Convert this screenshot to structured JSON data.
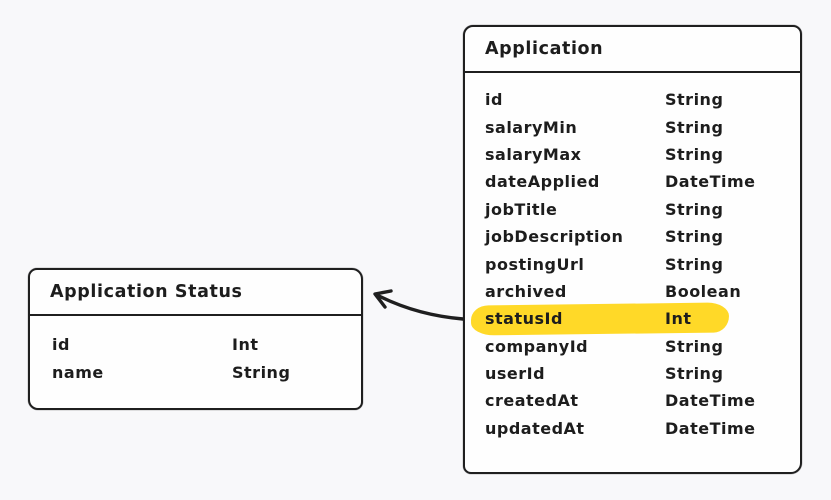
{
  "diagram": {
    "background_color": "#f8f8fa",
    "stroke_color": "#1f1f1f",
    "highlight_color": "#ffd928"
  },
  "application": {
    "title": "Application",
    "fields": [
      {
        "name": "id",
        "type": "String"
      },
      {
        "name": "salaryMin",
        "type": "String"
      },
      {
        "name": "salaryMax",
        "type": "String"
      },
      {
        "name": "dateApplied",
        "type": "DateTime"
      },
      {
        "name": "jobTitle",
        "type": "String"
      },
      {
        "name": "jobDescription",
        "type": "String"
      },
      {
        "name": "postingUrl",
        "type": "String"
      },
      {
        "name": "archived",
        "type": "Boolean"
      },
      {
        "name": "statusId",
        "type": "Int",
        "highlighted": true
      },
      {
        "name": "companyId",
        "type": "String"
      },
      {
        "name": "userId",
        "type": "String"
      },
      {
        "name": "createdAt",
        "type": "DateTime"
      },
      {
        "name": "updatedAt",
        "type": "DateTime"
      }
    ]
  },
  "application_status": {
    "title": "Application Status",
    "fields": [
      {
        "name": "id",
        "type": "Int"
      },
      {
        "name": "name",
        "type": "String"
      }
    ]
  },
  "relationship": {
    "from_field": "Application.statusId",
    "to_entity": "Application Status"
  }
}
